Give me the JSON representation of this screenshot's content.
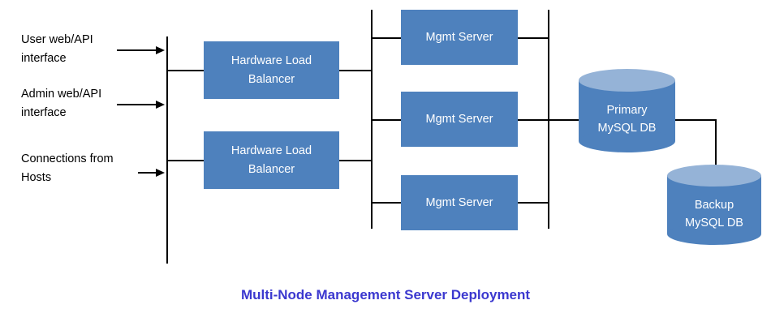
{
  "title": "Multi-Node Management Server Deployment",
  "title_color": "#3b38cf",
  "palette": {
    "node_fill": "#4e81bd",
    "cylinder_top": "#95b3d7",
    "line": "#000000",
    "node_text": "#ffffff",
    "label_text": "#000000"
  },
  "inputs": [
    {
      "label": "User web/API\ninterface"
    },
    {
      "label": "Admin web/API\ninterface"
    },
    {
      "label": "Connections from\nHosts"
    }
  ],
  "load_balancers": [
    {
      "label": "Hardware Load\nBalancer"
    },
    {
      "label": "Hardware Load\nBalancer"
    }
  ],
  "mgmt_servers": [
    {
      "label": "Mgmt Server"
    },
    {
      "label": "Mgmt Server"
    },
    {
      "label": "Mgmt Server"
    }
  ],
  "databases": [
    {
      "label": "Primary\nMySQL DB",
      "role": "primary"
    },
    {
      "label": "Backup\nMySQL DB",
      "role": "backup"
    }
  ]
}
